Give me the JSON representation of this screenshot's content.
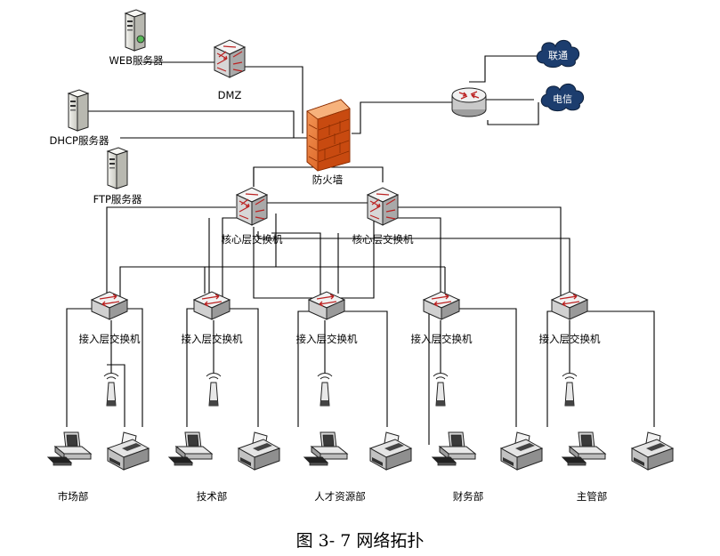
{
  "servers": {
    "web": "WEB服务器",
    "dhcp": "DHCP服务器",
    "ftp": "FTP服务器"
  },
  "dmz": "DMZ",
  "firewall": "防火墙",
  "isps": {
    "unicom": "联通",
    "telecom": "电信"
  },
  "core_switches": [
    "核心层交换机",
    "核心层交换机"
  ],
  "access_switches": [
    "接入层交换机",
    "接入层交换机",
    "接入层交换机",
    "接入层交换机",
    "接入层交换机"
  ],
  "departments": [
    "市场部",
    "技术部",
    "人才资源部",
    "财务部",
    "主管部"
  ],
  "caption": "图 3- 7 网络拓扑",
  "colors": {
    "firewall": "#e8692a",
    "cloud": "#1c3d6e",
    "switch_arrow": "#c0392b"
  }
}
